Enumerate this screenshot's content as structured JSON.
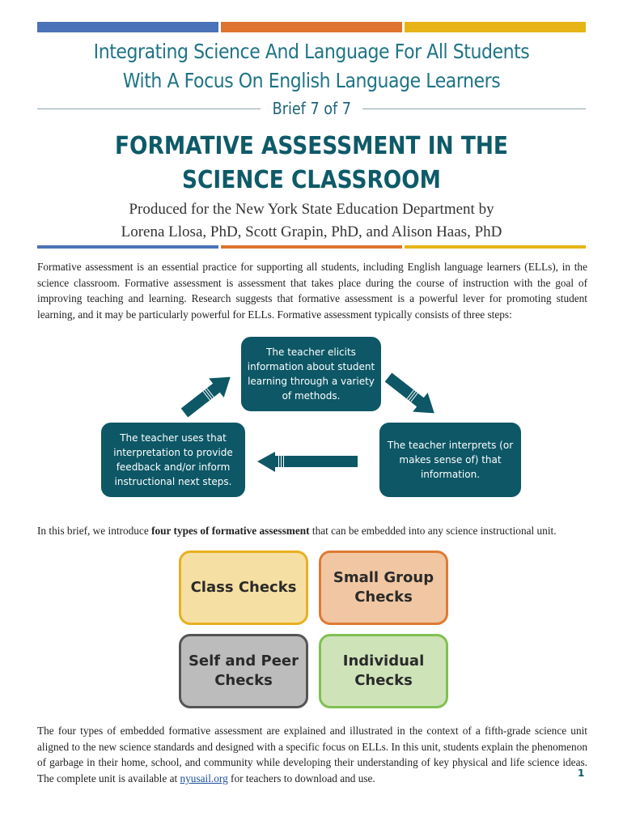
{
  "header": {
    "series_line1": "Integrating Science And Language For All Students",
    "series_line2": "With A Focus On English Language Learners",
    "brief": "Brief 7 of 7",
    "title_line1": "FORMATIVE ASSESSMENT IN THE",
    "title_line2": "SCIENCE CLASSROOM",
    "byline_line1": "Produced for the New York State Education Department by",
    "byline_line2": "Lorena Llosa, PhD, Scott Grapin, PhD, and Alison Haas, PhD"
  },
  "intro": "Formative assessment is an essential practice for supporting all students, including English language learners (ELLs), in the science classroom. Formative assessment is assessment that takes place during the course of instruction with the goal of improving teaching and learning. Research suggests that formative assessment is a powerful lever for promoting student learning, and it may be particularly powerful for ELLs. Formative assessment typically consists of three steps:",
  "cycle": {
    "step1": "The teacher elicits information about student learning through a variety of methods.",
    "step2": "The teacher interprets (or makes sense of) that information.",
    "step3": "The teacher uses that interpretation to provide feedback and/or inform instructional next steps."
  },
  "types_intro": {
    "before": "In this brief, we introduce ",
    "bold": "four types of formative assessment",
    "after": " that can be embedded into any science instructional unit."
  },
  "types": [
    {
      "label": "Class Checks",
      "fill": "#f6dfa2",
      "border": "#e8b020"
    },
    {
      "label": "Small Group Checks",
      "fill": "#f0c7a2",
      "border": "#df7a33"
    },
    {
      "label": "Self and Peer Checks",
      "fill": "#bcbcbc",
      "border": "#555555"
    },
    {
      "label": "Individual Checks",
      "fill": "#cfe3b9",
      "border": "#80c052"
    }
  ],
  "closing": {
    "text": "The four types of embedded formative assessment are explained and illustrated in the context of a fifth-grade science unit aligned to the new science standards and designed with a specific focus on ELLs. In this unit, students explain the phenomenon of garbage in their home, school, and community while developing their understanding of key physical and life science ideas. The complete unit is available at ",
    "link": "nyusail.org",
    "after": " for teachers to download and use."
  },
  "page_number": "1"
}
